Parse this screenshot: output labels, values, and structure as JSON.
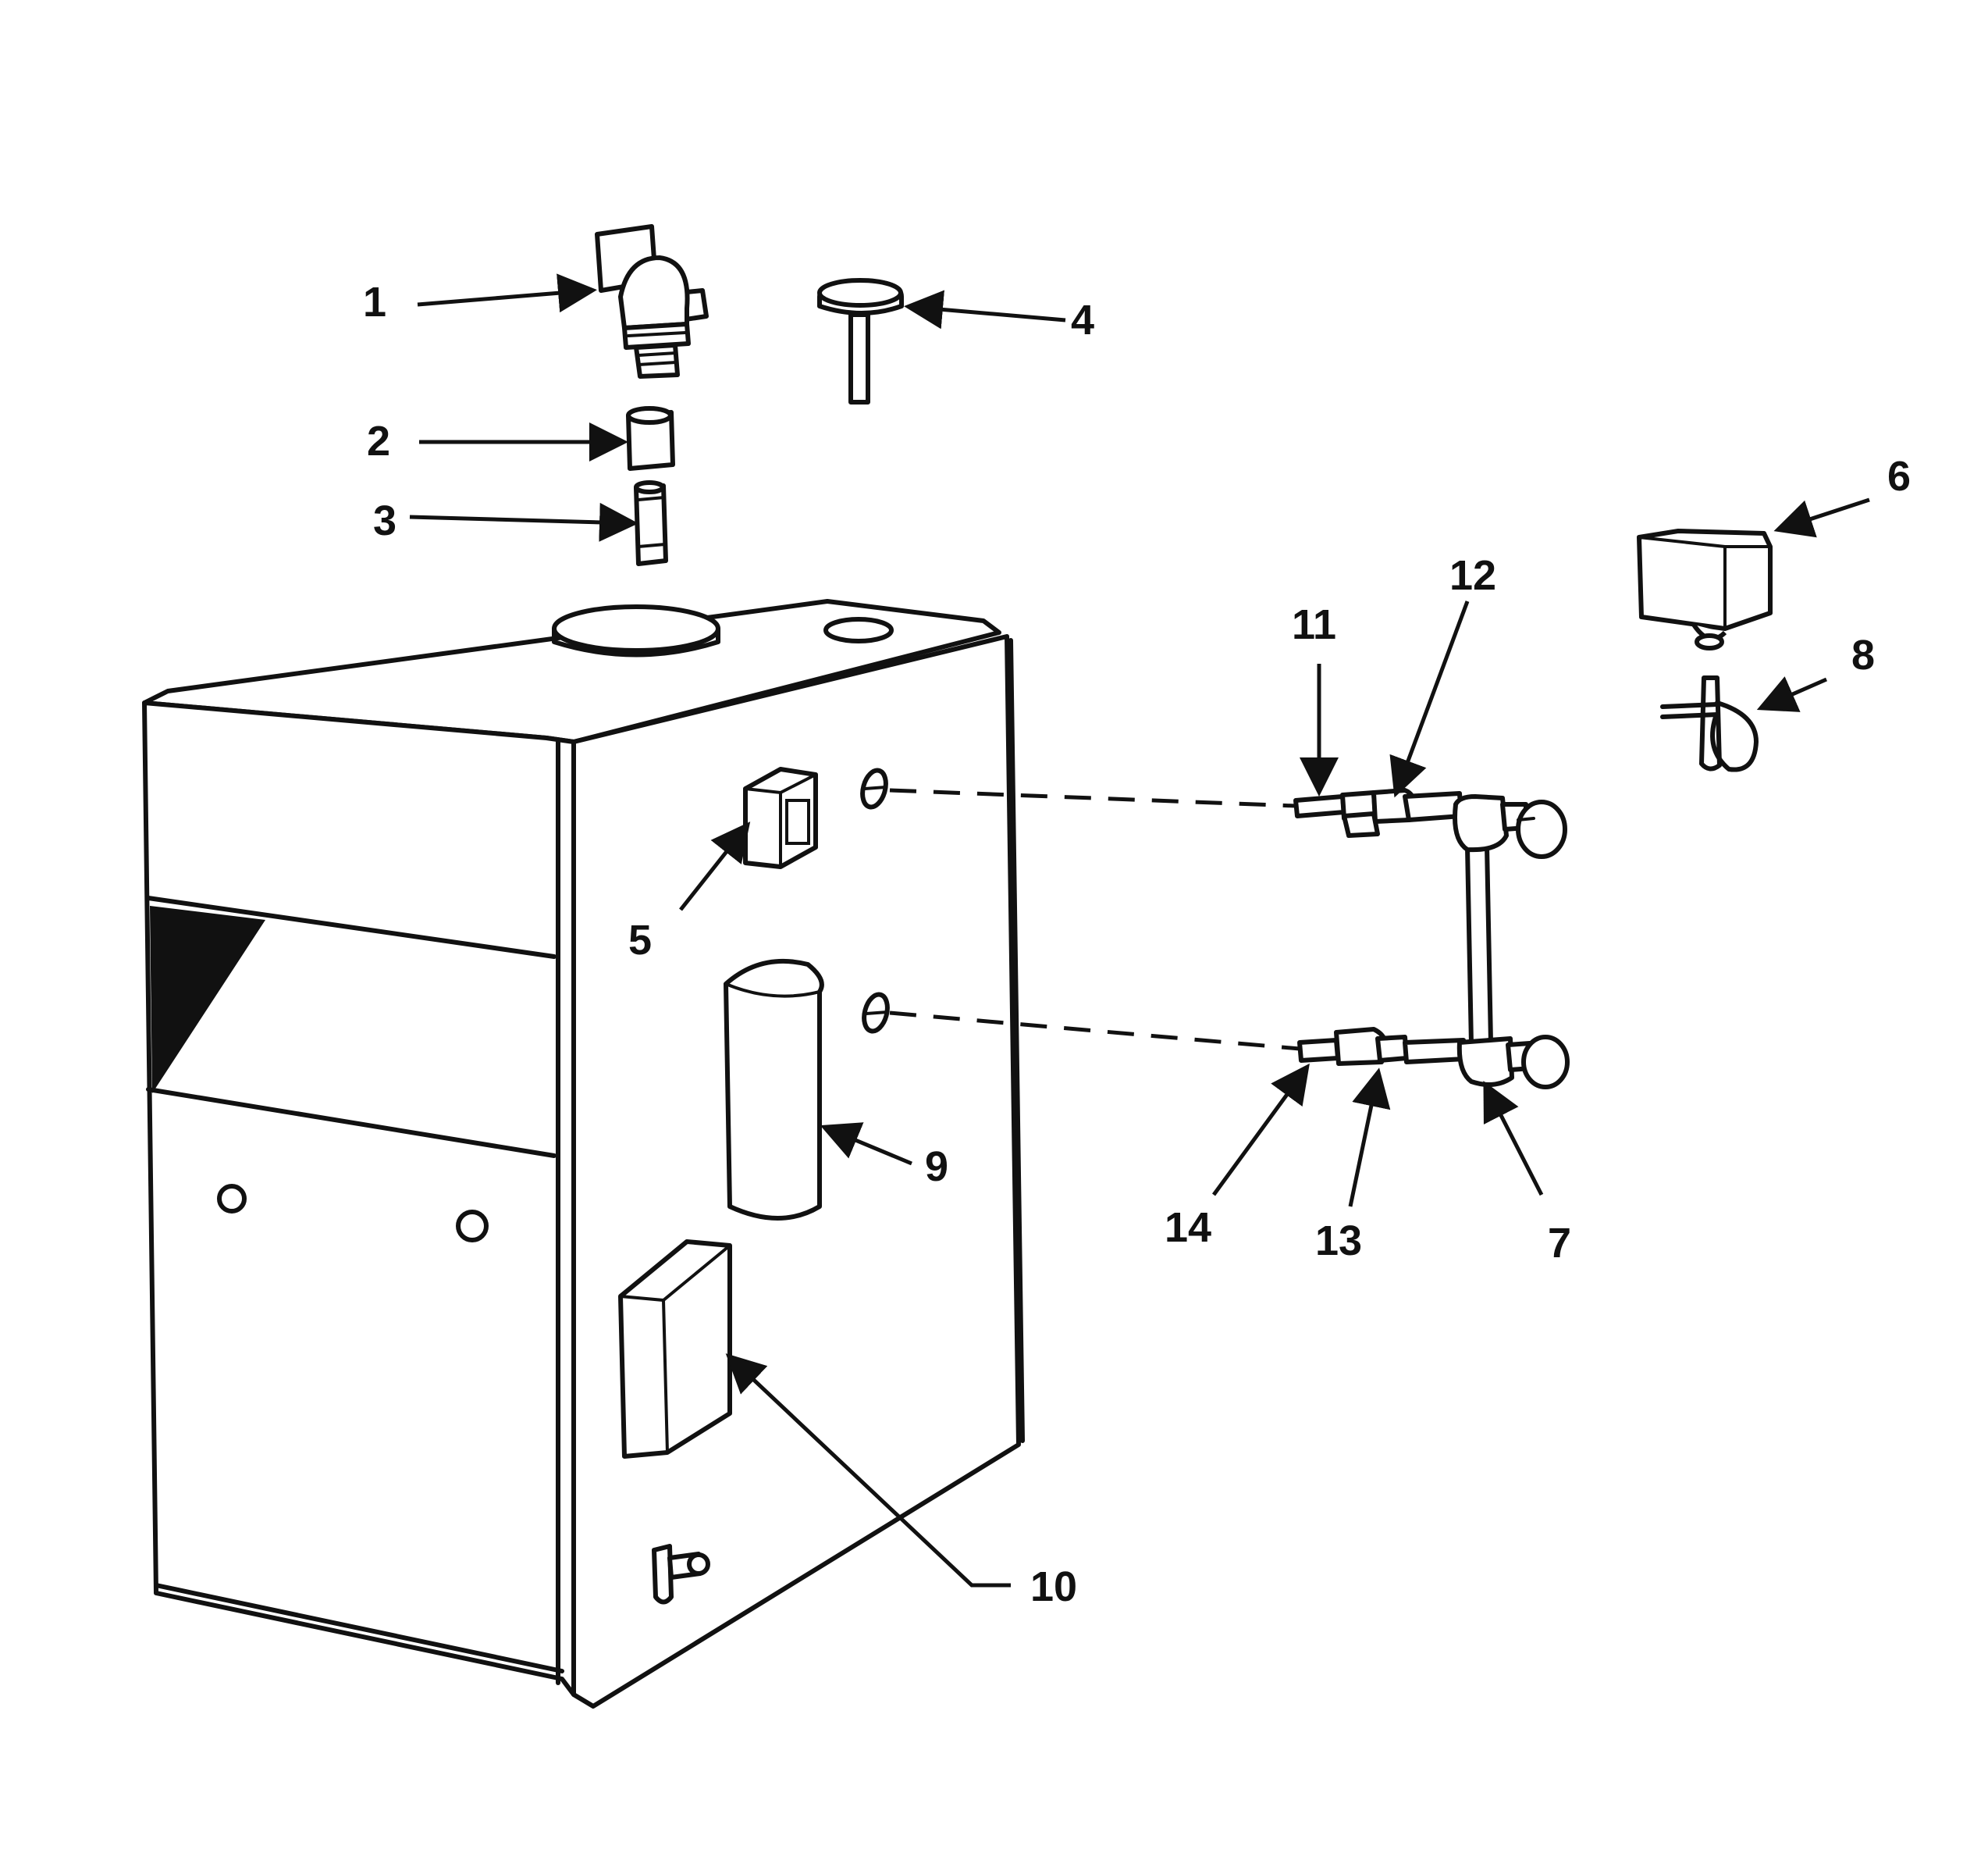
{
  "diagram": {
    "callouts": [
      {
        "id": "1",
        "label": "1"
      },
      {
        "id": "2",
        "label": "2"
      },
      {
        "id": "3",
        "label": "3"
      },
      {
        "id": "4",
        "label": "4"
      },
      {
        "id": "5",
        "label": "5"
      },
      {
        "id": "6",
        "label": "6"
      },
      {
        "id": "7",
        "label": "7"
      },
      {
        "id": "8",
        "label": "8"
      },
      {
        "id": "9",
        "label": "9"
      },
      {
        "id": "10",
        "label": "10"
      },
      {
        "id": "11",
        "label": "11"
      },
      {
        "id": "12",
        "label": "12"
      },
      {
        "id": "13",
        "label": "13"
      },
      {
        "id": "14",
        "label": "14"
      }
    ],
    "colors": {
      "ink": "#111111",
      "background": "#ffffff"
    }
  }
}
